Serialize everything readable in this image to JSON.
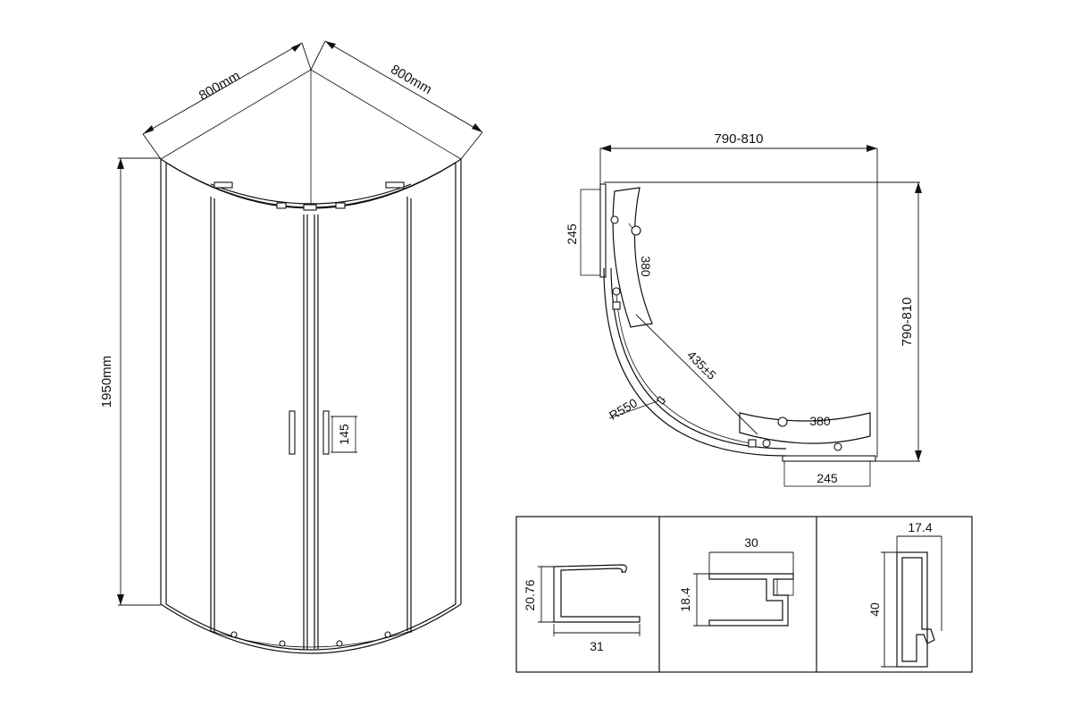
{
  "front_view": {
    "dim_left_top": "800mm",
    "dim_right_top": "800mm",
    "dim_height": "1950mm",
    "dim_handle": "145"
  },
  "plan_view": {
    "dim_top": "790-810",
    "dim_right": "790-810",
    "dim_wall_left": "245",
    "dim_wall_bottom": "245",
    "dim_door_left": "380",
    "dim_door_bottom": "380",
    "dim_diagonal": "435±5",
    "dim_radius": "R550"
  },
  "profiles": [
    {
      "dim_height": "20.76",
      "dim_width": "31"
    },
    {
      "dim_height": "18.4",
      "dim_width": "30"
    },
    {
      "dim_height": "40",
      "dim_width": "17.4"
    }
  ]
}
